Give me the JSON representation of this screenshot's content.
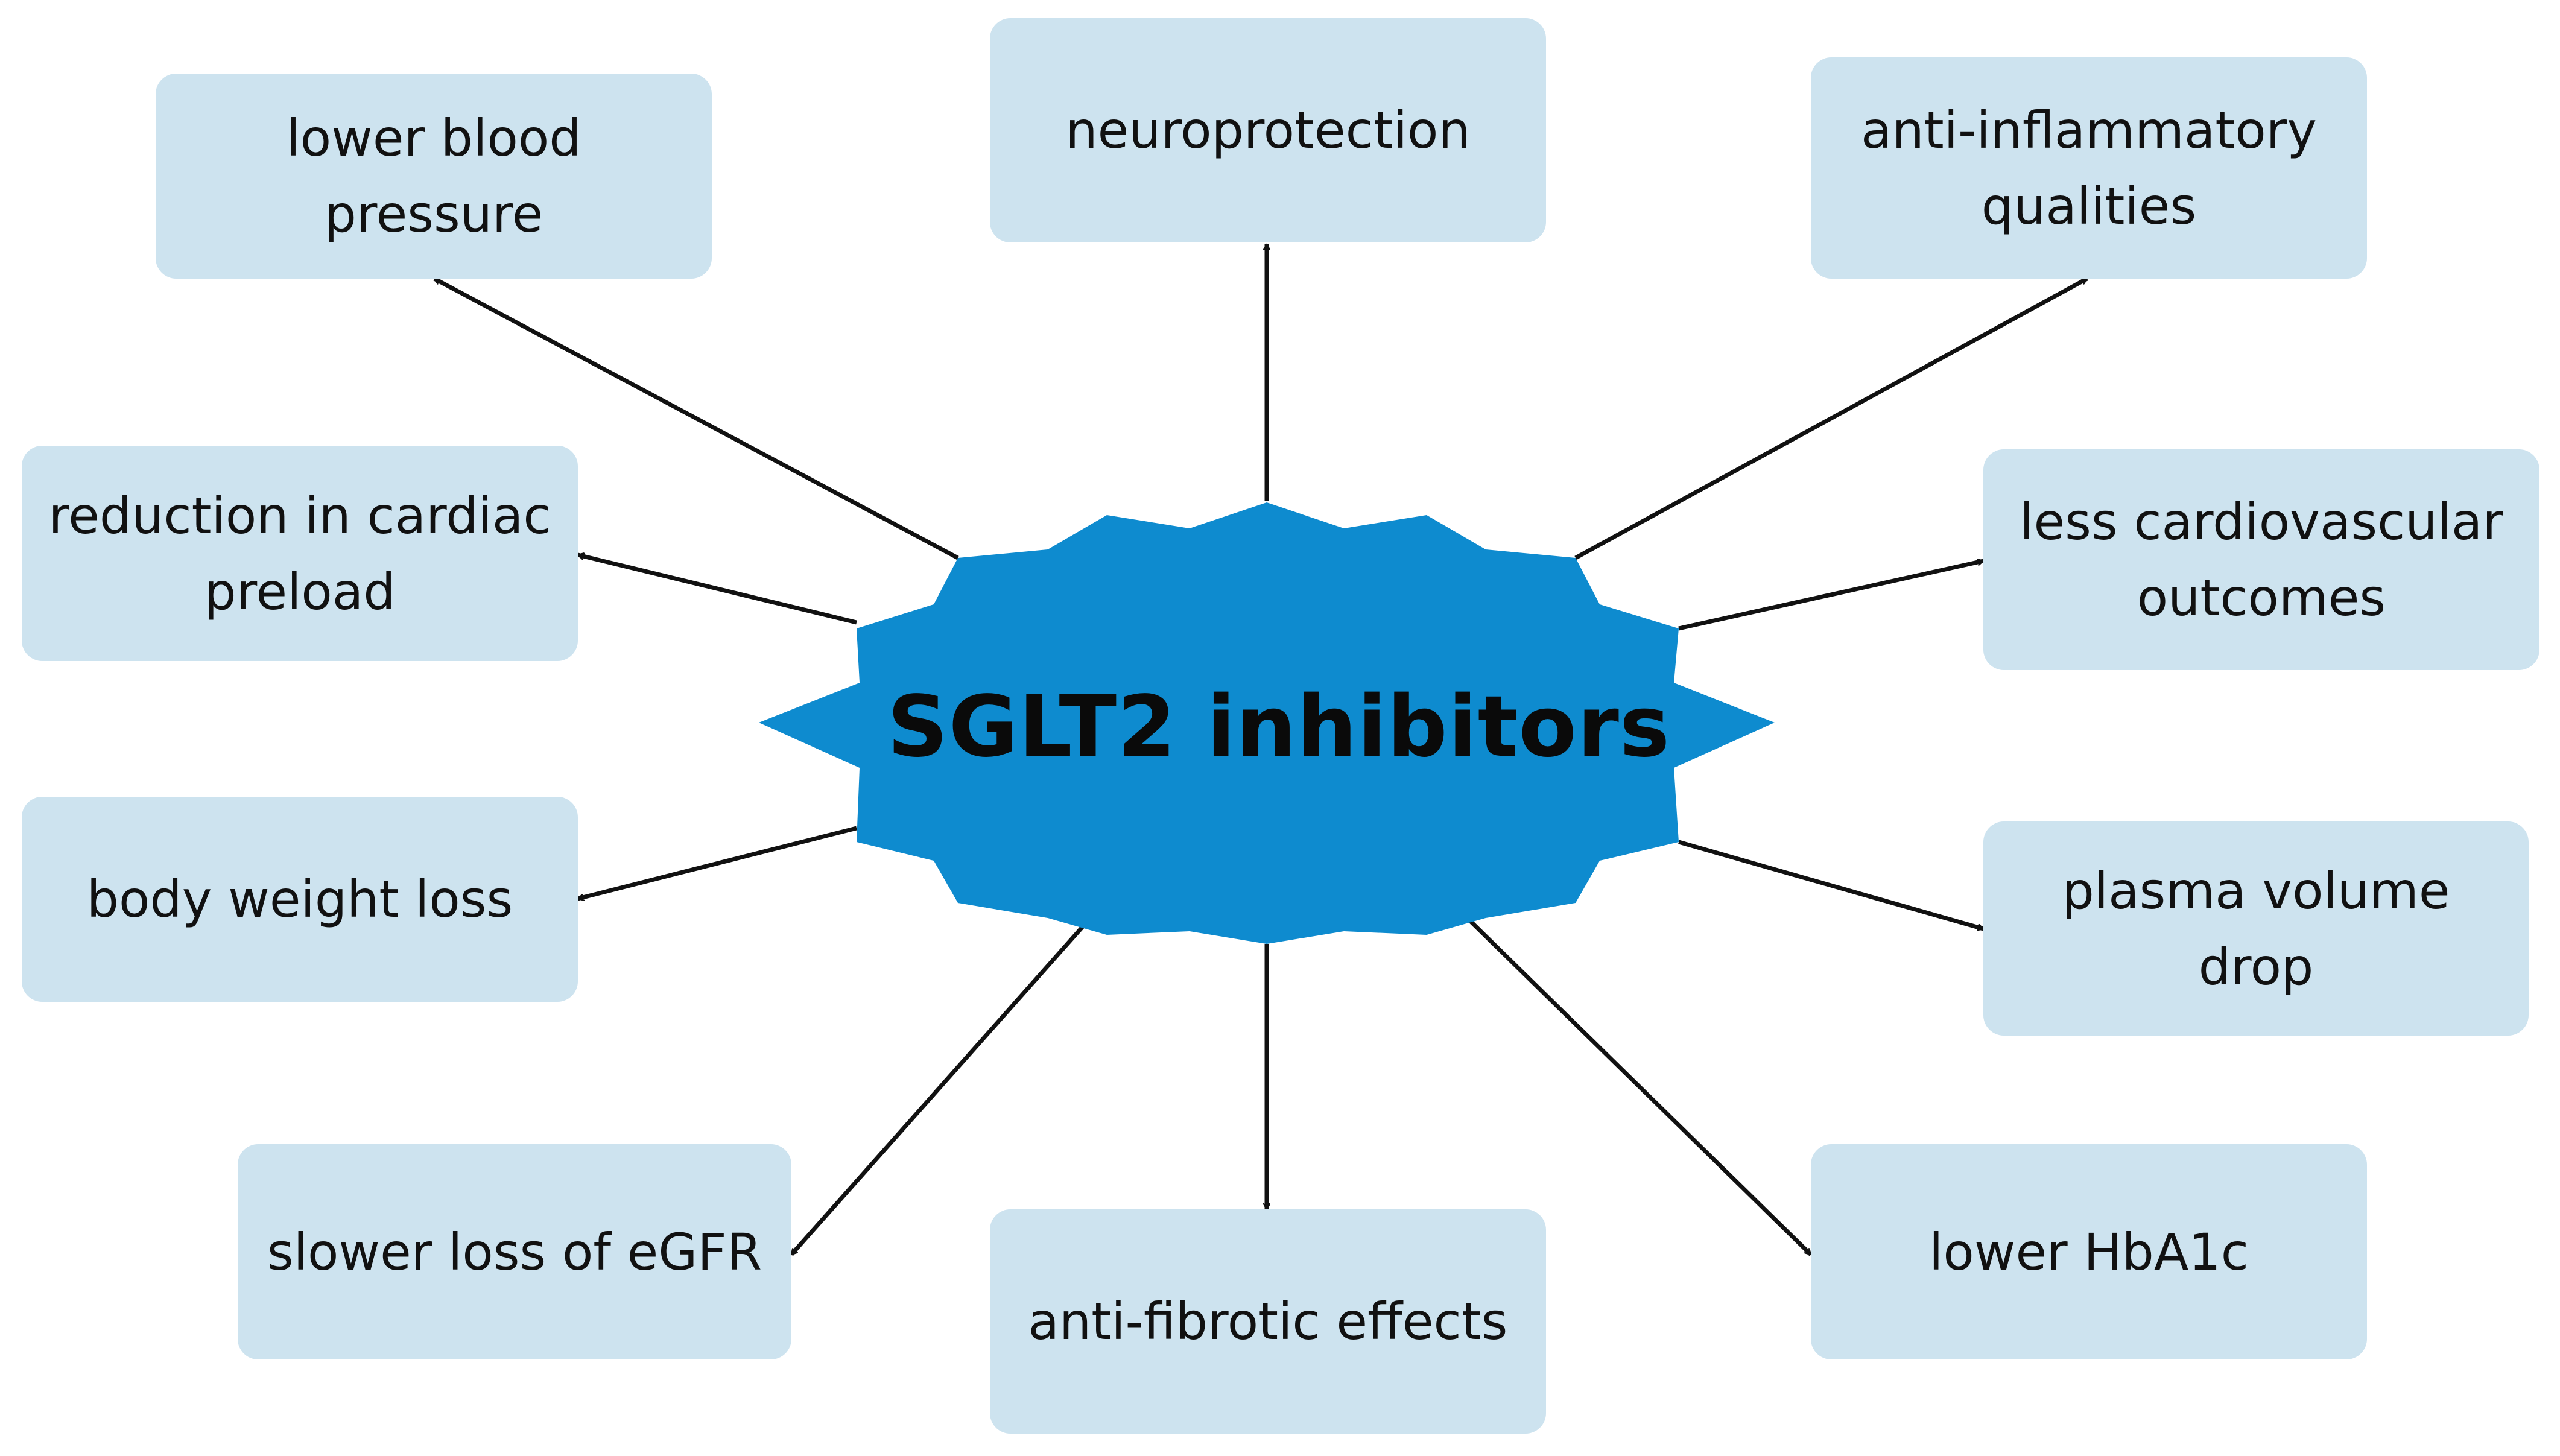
{
  "hub": {
    "title": "SGLT2 inhibitors"
  },
  "effects": [
    {
      "id": "lower-blood-pressure",
      "label": "lower blood\npressure"
    },
    {
      "id": "neuroprotection",
      "label": "neuroprotection"
    },
    {
      "id": "anti-inflammatory-qualities",
      "label": "anti-inflammatory\nqualities"
    },
    {
      "id": "reduction-in-cardiac-preload",
      "label": "reduction in cardiac\npreload"
    },
    {
      "id": "less-cardiovascular-outcomes",
      "label": "less cardiovascular\noutcomes"
    },
    {
      "id": "body-weight-loss",
      "label": "body weight loss"
    },
    {
      "id": "plasma-volume-drop",
      "label": "plasma volume\ndrop"
    },
    {
      "id": "slower-loss-of-egfr",
      "label": "slower loss of eGFR"
    },
    {
      "id": "anti-fibrotic-effects",
      "label": "anti-fibrotic effects"
    },
    {
      "id": "lower-hba1c",
      "label": "lower HbA1c"
    }
  ],
  "colors": {
    "hub_fill": "#0e8bcf",
    "box_fill": "#cde3ef",
    "arrow": "#111111",
    "text": "#111111"
  },
  "icons": {
    "hub_shape": "starburst-shape"
  }
}
